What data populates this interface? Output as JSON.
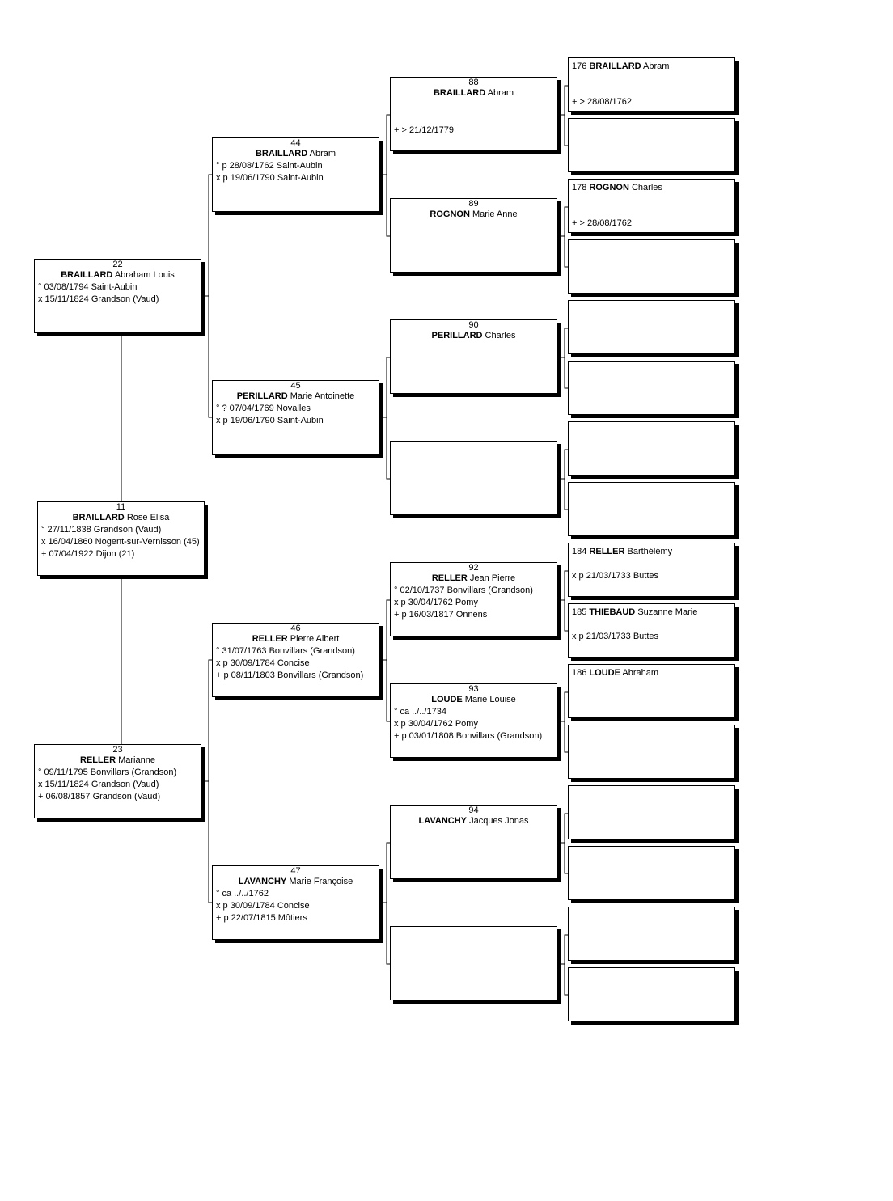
{
  "people": {
    "p11": {
      "num": "11",
      "surname": "BRAILLARD",
      "given": "Rose Elisa",
      "lines": [
        "° 27/11/1838 Grandson (Vaud)",
        "x 16/04/1860 Nogent-sur-Vernisson (45)",
        "+ 07/04/1922 Dijon (21)"
      ]
    },
    "p22": {
      "num": "22",
      "surname": "BRAILLARD",
      "given": "Abraham Louis",
      "lines": [
        "° 03/08/1794 Saint-Aubin",
        "x 15/11/1824 Grandson (Vaud)"
      ]
    },
    "p23": {
      "num": "23",
      "surname": "RELLER",
      "given": "Marianne",
      "lines": [
        "° 09/11/1795 Bonvillars (Grandson)",
        "x 15/11/1824 Grandson (Vaud)",
        "+ 06/08/1857 Grandson (Vaud)"
      ]
    },
    "p44": {
      "num": "44",
      "surname": "BRAILLARD",
      "given": "Abram",
      "lines": [
        "° p 28/08/1762 Saint-Aubin",
        "x p 19/06/1790 Saint-Aubin"
      ]
    },
    "p45": {
      "num": "45",
      "surname": "PERILLARD",
      "given": "Marie Antoinette",
      "lines": [
        "° ? 07/04/1769 Novalles",
        "x p 19/06/1790 Saint-Aubin"
      ]
    },
    "p46": {
      "num": "46",
      "surname": "RELLER",
      "given": "Pierre Albert",
      "lines": [
        "° 31/07/1763 Bonvillars (Grandson)",
        "x p 30/09/1784 Concise",
        "+ p 08/11/1803 Bonvillars (Grandson)"
      ]
    },
    "p47": {
      "num": "47",
      "surname": "LAVANCHY",
      "given": "Marie Françoise",
      "lines": [
        "° ca ../../1762",
        "x p 30/09/1784 Concise",
        "+ p 22/07/1815 Môtiers"
      ]
    },
    "p88": {
      "num": "88",
      "surname": "BRAILLARD",
      "given": "Abram",
      "foot": "+ > 21/12/1779"
    },
    "p89": {
      "num": "89",
      "surname": "ROGNON",
      "given": "Marie Anne"
    },
    "p90": {
      "num": "90",
      "surname": "PERILLARD",
      "given": "Charles"
    },
    "p92": {
      "num": "92",
      "surname": "RELLER",
      "given": "Jean Pierre",
      "lines": [
        "° 02/10/1737 Bonvillars (Grandson)",
        "x p 30/04/1762 Pomy",
        "+ p 16/03/1817 Onnens"
      ]
    },
    "p93": {
      "num": "93",
      "surname": "LOUDE",
      "given": "Marie Louise",
      "lines": [
        "° ca ../../1734",
        "x p 30/04/1762 Pomy",
        "+ p 03/01/1808 Bonvillars (Grandson)"
      ]
    },
    "p94": {
      "num": "94",
      "surname": "LAVANCHY",
      "given": "Jacques Jonas"
    },
    "p176": {
      "num": "176",
      "surname": "BRAILLARD",
      "given": "Abram",
      "foot": "+ > 28/08/1762"
    },
    "p178": {
      "num": "178",
      "surname": "ROGNON",
      "given": "Charles",
      "foot": "+ > 28/08/1762"
    },
    "p184": {
      "num": "184",
      "surname": "RELLER",
      "given": "Barthélémy",
      "foot": "x p 21/03/1733 Buttes"
    },
    "p185": {
      "num": "185",
      "surname": "THIEBAUD",
      "given": "Suzanne Marie",
      "foot": "x p 21/03/1733 Buttes"
    },
    "p186": {
      "num": "186",
      "surname": "LOUDE",
      "given": "Abraham"
    }
  }
}
